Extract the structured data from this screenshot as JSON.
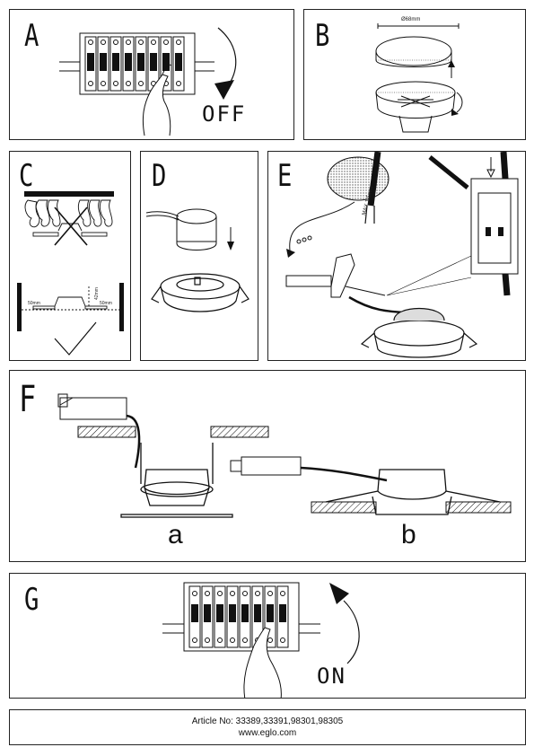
{
  "panels": {
    "a": {
      "letter": "A",
      "label": "OFF"
    },
    "b": {
      "letter": "B",
      "dimension": "Ø68mm"
    },
    "c": {
      "letter": "C",
      "left_gap": "50mm",
      "right_gap": "50mm",
      "height": "42mm"
    },
    "d": {
      "letter": "D"
    },
    "e": {
      "letter": "E",
      "cable_max": "MAX 1.5mm"
    },
    "f": {
      "letter": "F",
      "option_a": "a",
      "option_b": "b"
    },
    "g": {
      "letter": "G",
      "label": "ON"
    }
  },
  "footer": {
    "article_line": "Article No: 33389,33391,98301,98305",
    "website": "www.eglo.com"
  }
}
